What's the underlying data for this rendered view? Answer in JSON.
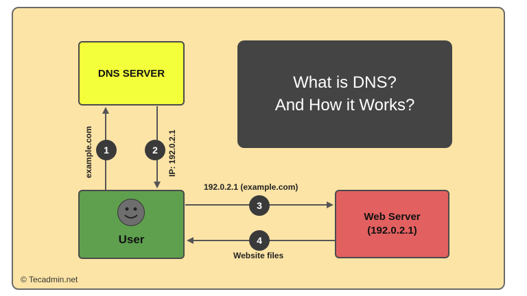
{
  "dns_server": {
    "label": "DNS SERVER"
  },
  "title": {
    "line1": "What is DNS?",
    "line2": "And How it Works?"
  },
  "user": {
    "label": "User"
  },
  "web_server": {
    "line1": "Web Server",
    "line2": "(192.0.2.1)"
  },
  "steps": [
    {
      "number": "1",
      "label": "example.com"
    },
    {
      "number": "2",
      "label": "IP: 192.0.2.1"
    },
    {
      "number": "3",
      "label": "192.0.2.1 (example.com)"
    },
    {
      "number": "4",
      "label": "Website files"
    }
  ],
  "credit": "© Tecadmin.net",
  "colors": {
    "background": "#fce4a6",
    "dns_box": "#f3ff3a",
    "title_box": "#444444",
    "user_box": "#5fa04e",
    "web_box": "#e26060"
  },
  "icons": {
    "user": "smiley-face-icon"
  }
}
